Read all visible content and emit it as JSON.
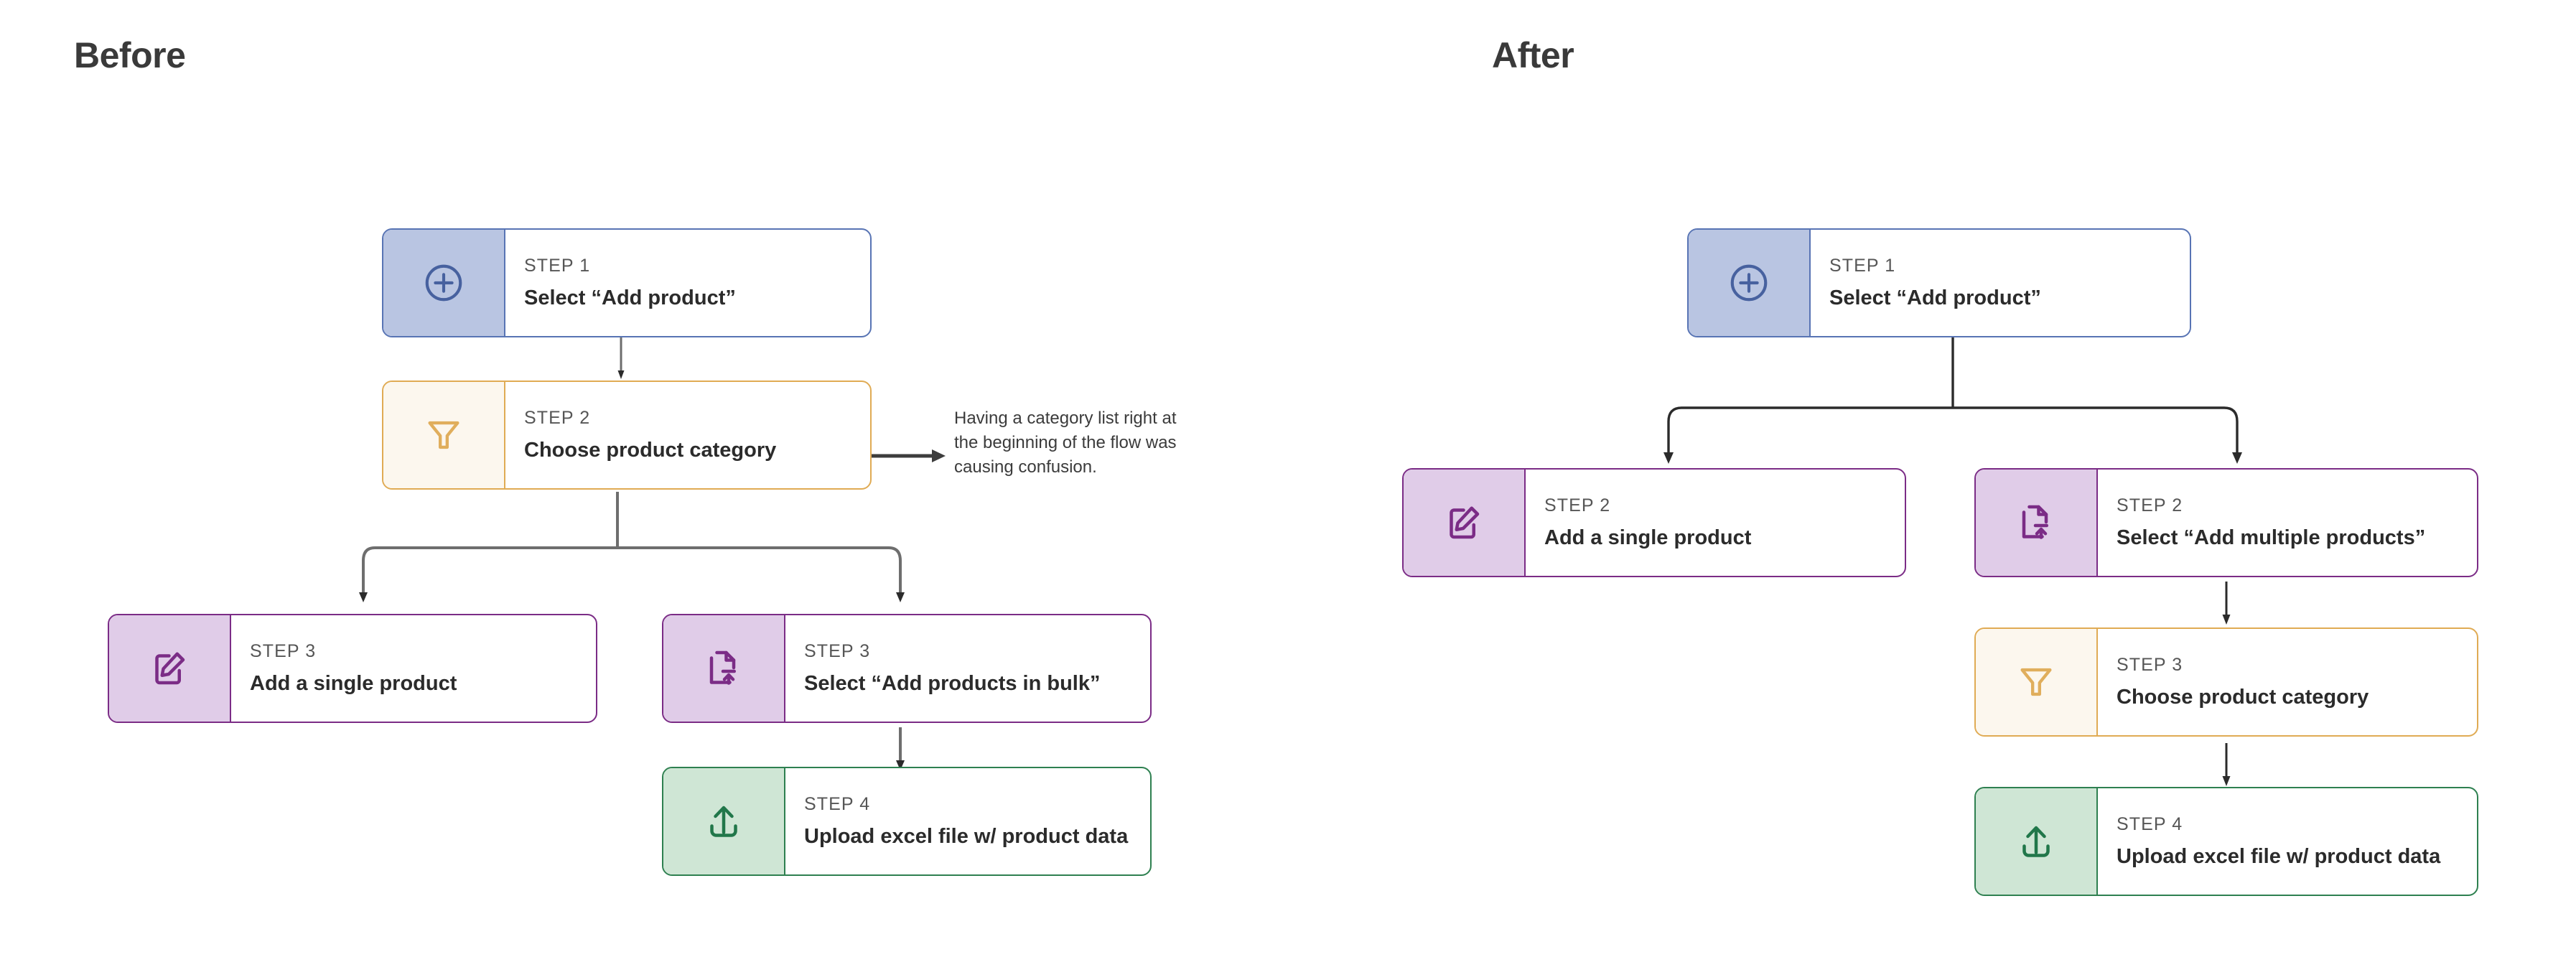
{
  "sections": {
    "before": {
      "title": "Before",
      "steps": [
        {
          "step": "STEP 1",
          "label": "Select “Add product”",
          "icon": "plus-circle-icon",
          "color": "#5874b4"
        },
        {
          "step": "STEP 2",
          "label": "Choose product category",
          "icon": "funnel-filter-icon",
          "color": "#e0ab54"
        },
        {
          "step": "STEP 3",
          "label": "Add a single product",
          "icon": "edit-document-icon",
          "color": "#7b2c86"
        },
        {
          "step": "STEP 3",
          "label": "Select “Add products in bulk”",
          "icon": "file-upload-icon",
          "color": "#7b2c86"
        },
        {
          "step": "STEP 4",
          "label": "Upload excel file w/ product data",
          "icon": "upload-arrow-icon",
          "color": "#2e8050"
        }
      ],
      "annotation": "Having a category list right at the beginning of the flow was causing confusion."
    },
    "after": {
      "title": "After",
      "steps": [
        {
          "step": "STEP 1",
          "label": "Select “Add product”",
          "icon": "plus-circle-icon",
          "color": "#5874b4"
        },
        {
          "step": "STEP 2",
          "label": "Add a single product",
          "icon": "edit-document-icon",
          "color": "#7b2c86"
        },
        {
          "step": "STEP 2",
          "label": "Select “Add multiple products”",
          "icon": "file-upload-icon",
          "color": "#7b2c86"
        },
        {
          "step": "STEP 3",
          "label": "Choose product category",
          "icon": "funnel-filter-icon",
          "color": "#e0ab54"
        },
        {
          "step": "STEP 4",
          "label": "Upload excel file w/ product data",
          "icon": "upload-arrow-icon",
          "color": "#2e8050"
        }
      ]
    }
  },
  "palette": {
    "blue": "#5874b4",
    "blue_fill": "#b9c5e2",
    "amber": "#e0ab54",
    "amber_fill": "#fcf7ee",
    "purple": "#7b2c86",
    "purple_fill": "#e0cce8",
    "green": "#2e8050",
    "green_fill": "#cfe6d5",
    "connector_gray": "#6e6e6e",
    "connector_dark": "#2b2b2b",
    "text_dark": "#2b2b2b",
    "text_muted": "#565656"
  }
}
